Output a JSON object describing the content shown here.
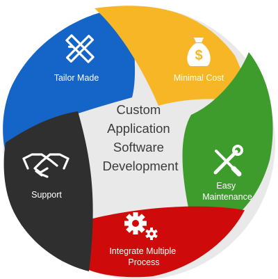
{
  "center": {
    "lines": [
      "Custom",
      "Application",
      "Software",
      "Development"
    ]
  },
  "segments": [
    {
      "id": "tailor-made",
      "lines": [
        "Tailor Made"
      ],
      "icon": "ruler-pencil-icon",
      "color": "#1565c9"
    },
    {
      "id": "minimal-cost",
      "lines": [
        "Minimal Cost"
      ],
      "icon": "money-bag-icon",
      "color": "#f6b626"
    },
    {
      "id": "easy-maintenance",
      "lines": [
        "Easy",
        "Maintenance"
      ],
      "icon": "wrench-screwdriver-icon",
      "color": "#3d9c2c"
    },
    {
      "id": "integrate-multiple-process",
      "lines": [
        "Integrate Multiple",
        "Process"
      ],
      "icon": "gears-icon",
      "color": "#cf0a0a"
    },
    {
      "id": "support",
      "lines": [
        "Support"
      ],
      "icon": "handshake-icon",
      "color": "#2f2f2f"
    }
  ],
  "colors": {
    "ring": "#e9e9e9",
    "center_text": "#3b3b3b"
  }
}
